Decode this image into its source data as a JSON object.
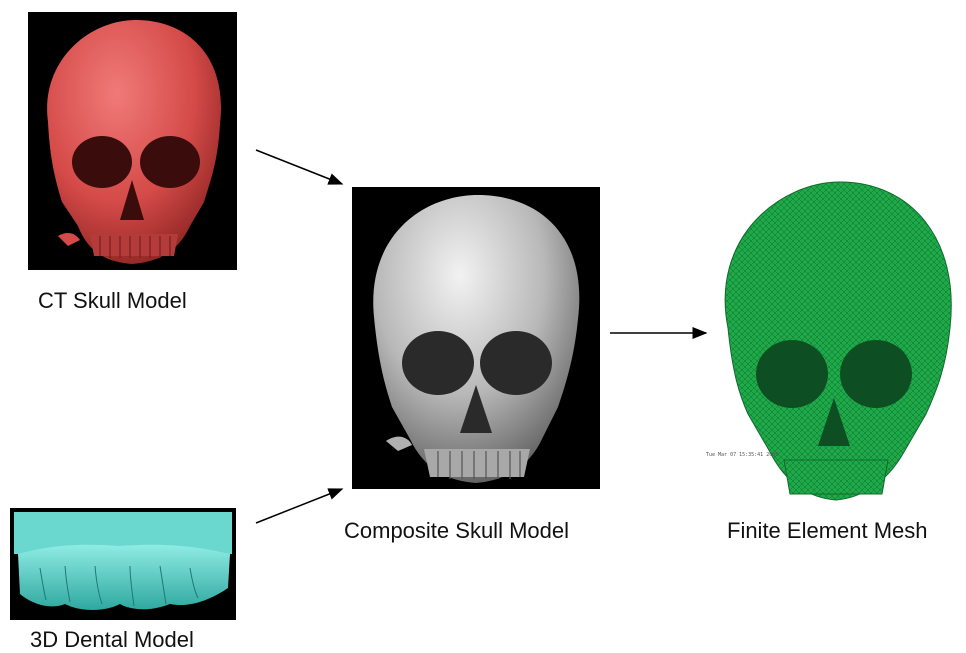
{
  "labels": {
    "ct": "CT Skull Model",
    "dental": "3D Dental Model",
    "composite": "Composite Skull Model",
    "mesh": "Finite Element Mesh"
  },
  "mesh_stamp": "Tue Mar 07 15:35:41 2006",
  "colors": {
    "ct_skull": "#d9504f",
    "dental": "#4fd0c6",
    "composite_skull": "#bdbdbd",
    "mesh": "#1faa4a",
    "panel_background": "#000000",
    "arrow": "#000000"
  }
}
